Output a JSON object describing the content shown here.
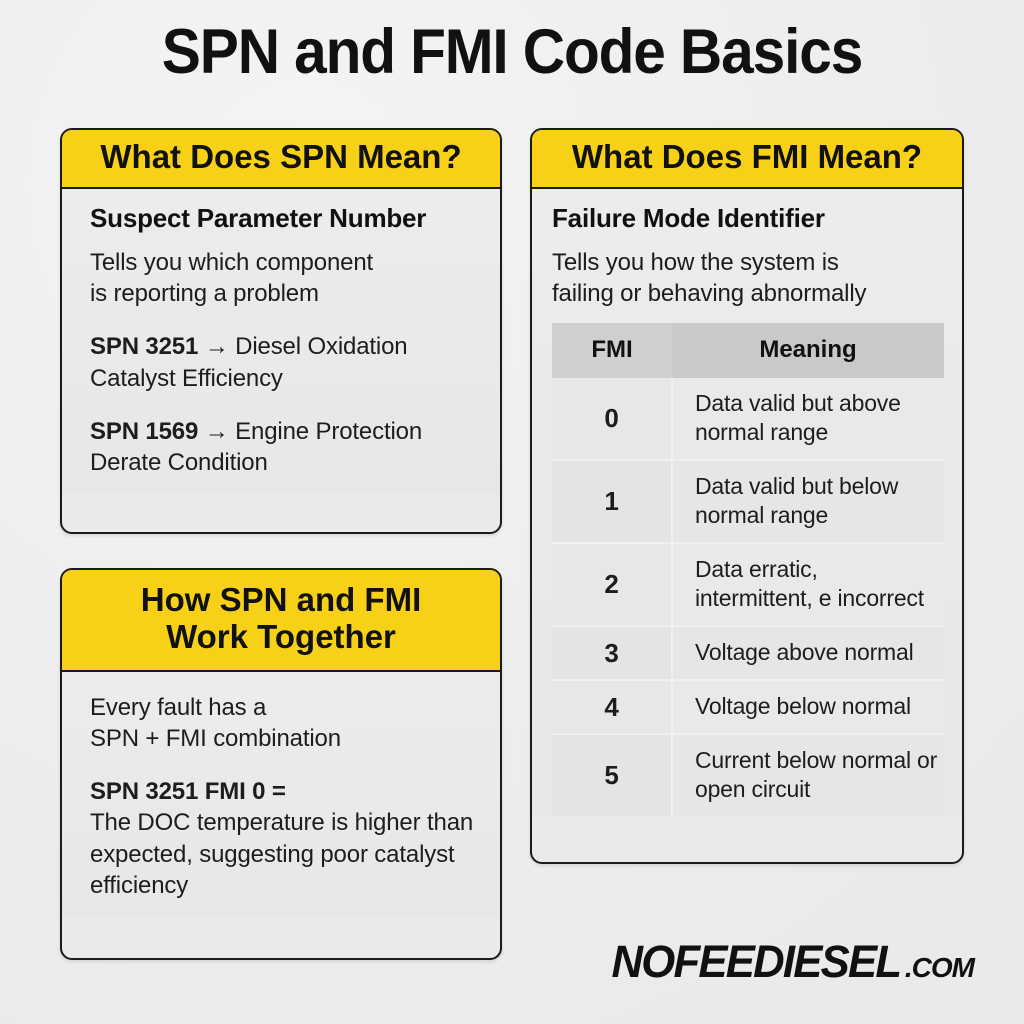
{
  "page": {
    "title": "SPN and FMI Code Basics",
    "background_color": "#efefef",
    "accent_color": "#f7d117",
    "card_body_color": "#eaeaea",
    "border_color": "#1b1b1b"
  },
  "card_spn": {
    "header": "What Does SPN Mean?",
    "subhead": "Suspect Parameter Number",
    "description_line1": "Tells you which component",
    "description_line2": "is reporting a problem",
    "examples": [
      {
        "code": "SPN 3251",
        "arrow": "→",
        "meaning": "Diesel Oxidation Catalyst Efficiency"
      },
      {
        "code": "SPN 1569",
        "arrow": "→",
        "meaning": "Engine Protection Derate Condition"
      }
    ]
  },
  "card_how": {
    "header_line1": "How SPN and FMI",
    "header_line2": "Work Together",
    "intro_line1": "Every fault has a",
    "intro_line2": "SPN + FMI combination",
    "example_code": "SPN 3251 FMI 0 =",
    "example_text": "The DOC temperature is higher than expected, suggesting poor catalyst efficiency"
  },
  "card_fmi": {
    "header": "What Does FMI Mean?",
    "subhead": "Failure Mode Identifier",
    "description_line1": "Tells you how the system is",
    "description_line2": "failing or behaving abnormally",
    "table": {
      "columns": [
        "FMI",
        "Meaning"
      ],
      "rows": [
        {
          "code": "0",
          "meaning": "Data valid but above normal range"
        },
        {
          "code": "1",
          "meaning": "Data valid but below normal range"
        },
        {
          "code": "2",
          "meaning": "Data erratic, intermittent, e incorrect"
        },
        {
          "code": "3",
          "meaning": "Voltage above normal"
        },
        {
          "code": "4",
          "meaning": "Voltage below normal"
        },
        {
          "code": "5",
          "meaning": "Current below normal or open circuit"
        }
      ]
    }
  },
  "logo": {
    "main": "NOFEEDIESEL",
    "tld": ".COM"
  }
}
